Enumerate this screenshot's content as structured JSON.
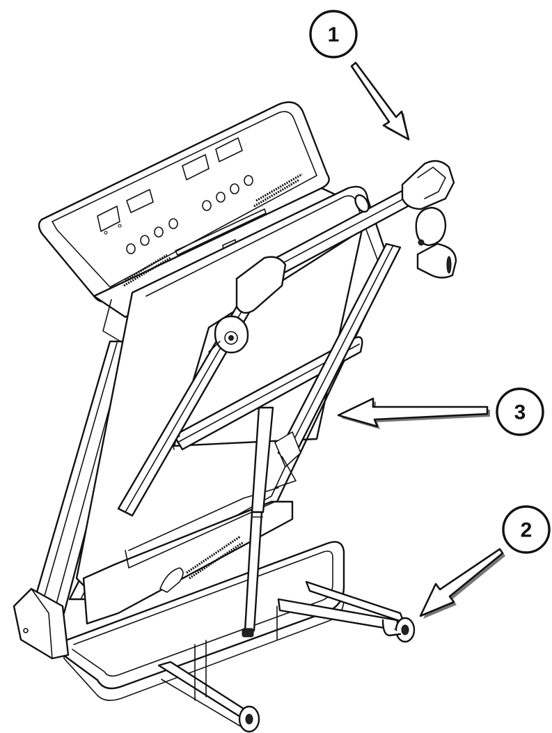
{
  "callouts": [
    {
      "label": "1",
      "icon": "callout-circle"
    },
    {
      "label": "2",
      "icon": "callout-circle"
    },
    {
      "label": "3",
      "icon": "callout-circle"
    }
  ],
  "colors": {
    "line": "#111111",
    "background": "#ffffff"
  }
}
